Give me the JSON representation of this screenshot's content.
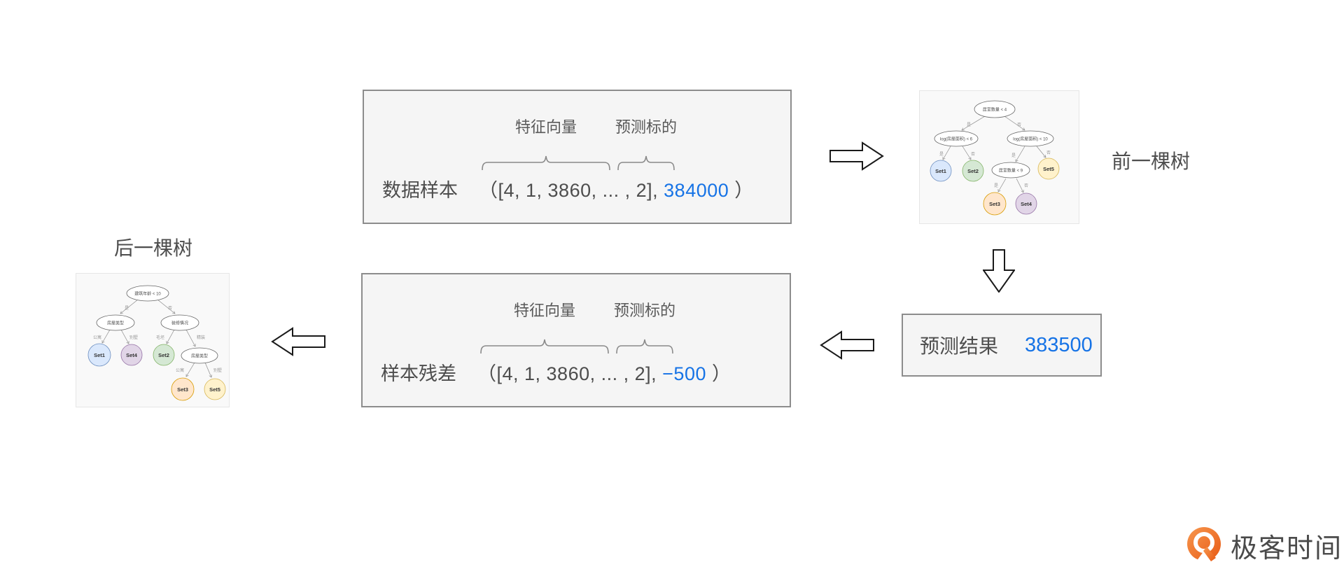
{
  "colors": {
    "accent_blue": "#1673e6",
    "box_bg": "#f5f5f5",
    "box_border": "#8c8c8c",
    "panel_bg": "#f9f9f9",
    "leaf_blue": "#dae8fc",
    "leaf_green": "#d5e8d4",
    "leaf_yellow": "#fff2cc",
    "leaf_orange": "#ffe6cc",
    "leaf_purple": "#e1d5e7",
    "logo_orange": "#ee6a1d"
  },
  "sample_box": {
    "row_label": "数据样本",
    "feature_label": "特征向量",
    "target_label": "预测标的",
    "tuple_prefix": "（[4, 1, 3860, ... , 2],",
    "target_value": "384000",
    "tuple_close": "）"
  },
  "residual_box": {
    "row_label": "样本残差",
    "feature_label": "特征向量",
    "target_label": "预测标的",
    "tuple_prefix": "（[4, 1, 3860, ... , 2],",
    "target_value": "−500",
    "tuple_close": "）"
  },
  "prediction_box": {
    "label": "预测结果",
    "value": "383500"
  },
  "prev_tree": {
    "title": "前一棵树",
    "root": "居室数量 < 4",
    "left": "log(房屋面积) < 6",
    "right": "log(房屋面积) < 10",
    "mid": "居室数量 < 9",
    "set1": "Set1",
    "set2": "Set2",
    "set3": "Set3",
    "set4": "Set4",
    "set5": "Set5",
    "yes": "是",
    "no": "否"
  },
  "next_tree": {
    "title": "后一棵树",
    "root": "建筑年龄 < 10",
    "left": "房屋类型",
    "right": "装修情况",
    "mid": "房屋类型",
    "set1": "Set1",
    "set2": "Set2",
    "set3": "Set3",
    "set4": "Set4",
    "set5": "Set5",
    "yes": "是",
    "no": "否",
    "apartment": "公寓",
    "villa": "别墅",
    "rough": "毛坯",
    "refined": "精装"
  },
  "logo": {
    "text": "极客时间"
  }
}
